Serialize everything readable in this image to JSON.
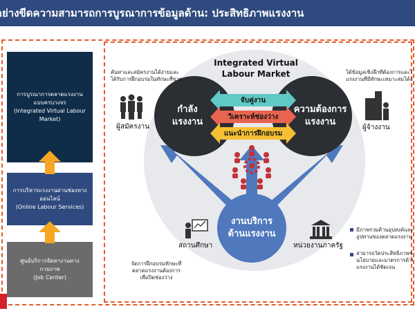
{
  "title": "อย่างขีดความสามารถการบูรณาการข้อมูลด้าน: ประสิทธิภาพแรงงาน",
  "left_boxes": [
    {
      "lines": [
        "การบูรณาการตลาดแรงงาน",
        "แบบครบวงจร",
        "(Integrated Virtual Labour",
        "Market)"
      ]
    },
    {
      "lines": [
        "การบริหารแรงงานผ่านช่องทาง",
        "ออนไลน์",
        "(Online Labour Services)"
      ]
    },
    {
      "lines": [
        "ศูนย์บริการจัดหางานทาง",
        "กายภาพ",
        "(Job Center)"
      ]
    }
  ],
  "center_title": [
    "Integrated Virtual",
    "Labour Market"
  ],
  "left_circle": [
    "กำลัง",
    "แรงงาน"
  ],
  "right_circle": [
    "ความต้องการ",
    "แรงงาน"
  ],
  "bottom_circle": [
    "งานบริการ",
    "ด้านแรงงาน"
  ],
  "bands": [
    "จับคู่งาน",
    "วิเคราะห์ช่องว่าง",
    "แนะนำการฝึกอบรม"
  ],
  "band_colors": [
    "#5fc9c4",
    "#e8644f",
    "#f5c033"
  ],
  "note_top_left": [
    "ค้นหาและสมัครงานได้ง่ายและ",
    "ได้รับการฝึกอบรมในทักษะที่ขาด"
  ],
  "note_top_right": [
    "ได้ข้อมูลเชิงลึกที่ต้องการและได้รับ",
    "แรงงานที่มีทักษะเหมาะสมได้ง่าย"
  ],
  "label_job_seekers": "ผู้สมัครงาน",
  "label_employers": "ผู้จ้างงาน",
  "label_education": "สถานศึกษา",
  "label_government": "หน่วยงานภาครัฐ",
  "note_bottom_left": [
    "จัดการฝึกอบรมทักษะที่",
    "ตลาดแรงงานต้องการ",
    "เพื่อปิดช่องว่าง"
  ],
  "bullets_right": [
    [
      "มีภาพรวมด้านอุปสงค์และ",
      "อุปทานของตลาดแรงงาน"
    ],
    [
      "สามารถวัดประสิทธิภาพของ",
      "นโยบายและมาตรการด้าน",
      "แรงงานได้ชัดเจน"
    ]
  ],
  "colors": {
    "title_bar": "#2f4a7e",
    "dash": "#e35b2a",
    "arrow": "#f5a623",
    "dark_circle": "#2b2e33",
    "service_circle": "#4f78bd",
    "big_circle": "#e8e9ec",
    "hub": "#c2323a"
  }
}
